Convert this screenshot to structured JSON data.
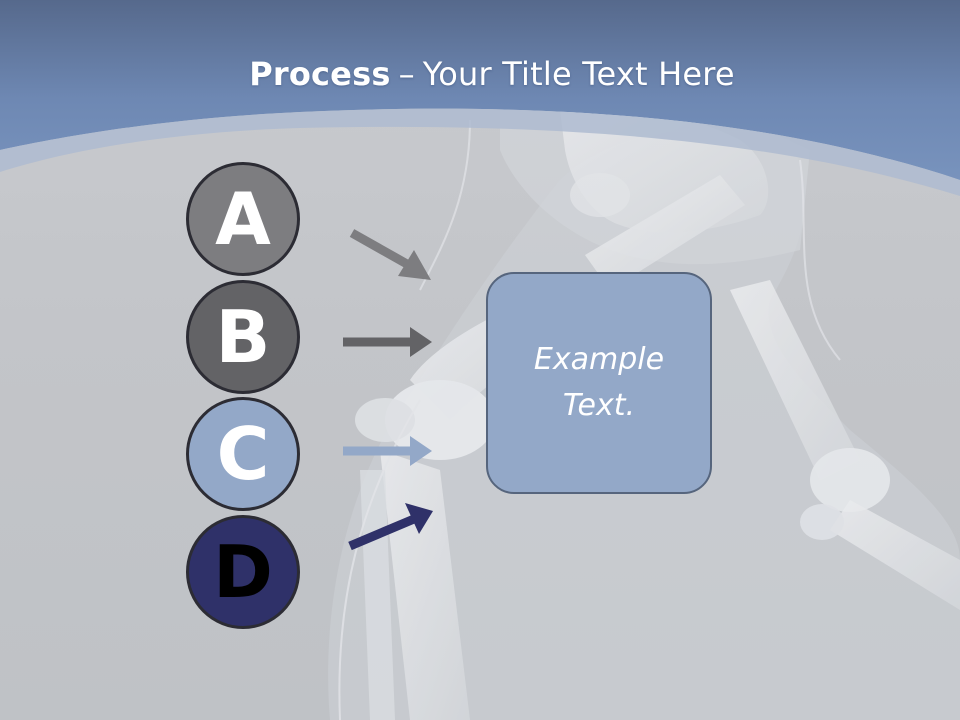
{
  "title": {
    "strong": "Process",
    "separator": "–",
    "rest": "Your Title Text Here"
  },
  "steps": [
    {
      "letter": "A",
      "color": "#7d7d80",
      "arrow_color": "#7d7d80"
    },
    {
      "letter": "B",
      "color": "#636366",
      "arrow_color": "#636366"
    },
    {
      "letter": "C",
      "color": "#93a8c8",
      "arrow_color": "#93a8c8"
    },
    {
      "letter": "D",
      "color": "#2f3169",
      "arrow_color": "#2f3169"
    }
  ],
  "example_box": {
    "text": "Example Text.",
    "color": "#93a8c8"
  },
  "colors": {
    "header_blue": "#6f89b5",
    "background_gray": "#c4c6ca"
  }
}
